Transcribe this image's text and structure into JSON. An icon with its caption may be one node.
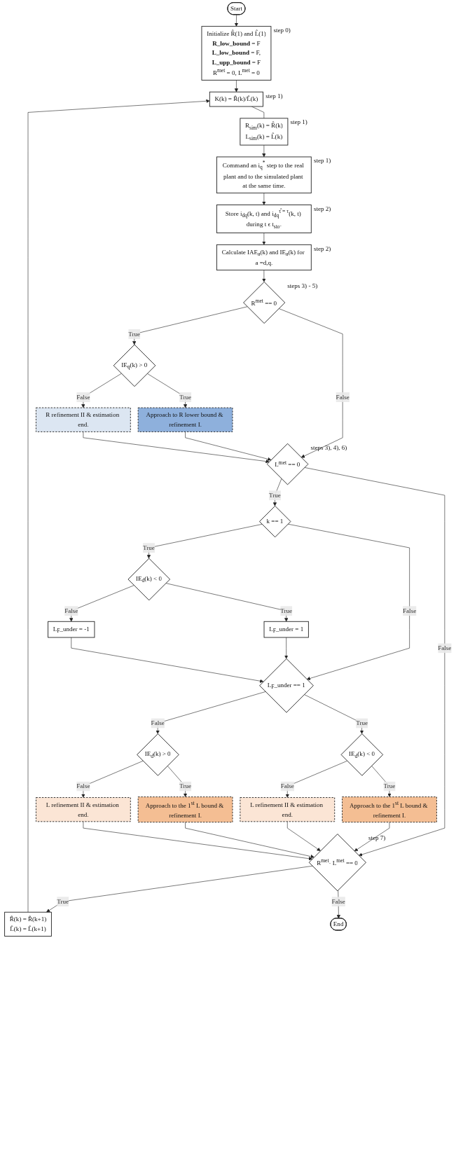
{
  "diagram": {
    "nodes": [
      {
        "text": [
          "Start"
        ]
      },
      {
        "text": [
          "Initialize R̂(1) and L̂(1)",
          "**R_low_bound** = F",
          "**L_low_bound** = F,",
          "**L_upp_bound** = F",
          "R$^{met}$ = 0, L$^{met}$ = 0"
        ],
        "beside": [
          "step 0)"
        ]
      },
      {
        "text": [
          "K(k) = R̂(k)/L̂(k)"
        ],
        "beside": [
          "step 1)"
        ]
      },
      {
        "text": [
          "R$_{sim}$(k) = R̂(k)",
          "L$_{sim}$(k) = L̂(k)"
        ],
        "beside": [
          "step 1)"
        ]
      },
      {
        "text": [
          "Command an i$_{q}$$^{*}$ step to the real plant and to the simulated plant at the same time."
        ],
        "beside": [
          "step 1)"
        ]
      },
      {
        "text": [
          "Store i$_{dq}$(k, t) and i$_{dq}$$^{τ̂ = τ}$(k, t) during t ϵ t$_{sto}$."
        ],
        "beside": [
          "step 2)"
        ]
      },
      {
        "text": [
          "Calculate IAE$_{a}$(k) and IE$_{a}$(k) for a =d,q."
        ],
        "beside": [
          "step 2)"
        ]
      },
      {
        "text": [
          "R$^{met}$ == 0"
        ],
        "beside": [
          "steps 3) - 5)"
        ]
      },
      {
        "text": [
          "IE$_{q}$(k) > 0"
        ]
      },
      {
        "text": [
          "Approach to R lower bound & refinement I."
        ]
      },
      {
        "text": [
          "R refinement II & estimation end."
        ]
      },
      {
        "text": [
          "L$^{met}$ == 0"
        ],
        "beside": [
          "steps 3), 4), 6)"
        ]
      },
      {
        "text": [
          "k == 1"
        ]
      },
      {
        "text": [
          "IE$_{d}$(k) < 0"
        ]
      },
      {
        "text": [
          "L$_{F}$_under = 1"
        ]
      },
      {
        "text": [
          "L$_{F}$_under = -1"
        ]
      },
      {
        "text": [
          "L$_{F}$_under == 1"
        ]
      },
      {
        "text": [
          "IE$_{d}$(k) < 0"
        ]
      },
      {
        "text": [
          "IE$_{d}$(k) > 0"
        ]
      },
      {
        "text": [
          "Approach to the 1$^{st}$ L bound & refinement I."
        ]
      },
      {
        "text": [
          "L refinement II & estimation end."
        ]
      },
      {
        "text": [
          "Approach to the 1$^{st}$ L bound & refinement I."
        ]
      },
      {
        "text": [
          "L refinement II & estimation end."
        ]
      },
      {
        "text": [
          "R$^{met}$· L$^{met}$ == 0"
        ],
        "beside": [
          "step 7)"
        ]
      },
      {
        "text": [
          "R̂(k) = R̂(k+1)",
          "L̂(k) = L̂(k+1)"
        ]
      },
      {
        "text": [
          "End"
        ]
      }
    ],
    "edges": [
      {
        "from": 0,
        "to": 1,
        "arrow": "to"
      },
      {
        "from": 1,
        "to": 2,
        "arrow": "to"
      },
      {
        "from": 2,
        "to": 3,
        "arrow": "none"
      },
      {
        "from": 3,
        "to": 4,
        "arrow": "to"
      },
      {
        "from": 4,
        "to": 5,
        "arrow": "to"
      },
      {
        "from": 5,
        "to": 6,
        "arrow": "to"
      },
      {
        "from": 6,
        "to": 7,
        "arrow": "to"
      },
      {
        "from": 7,
        "to": 8,
        "arrow": "to",
        "label": "True"
      },
      {
        "from": 7,
        "to": 11,
        "arrow": "to",
        "label": "False"
      },
      {
        "from": 8,
        "to": 9,
        "arrow": "to",
        "label": "True"
      },
      {
        "from": 8,
        "to": 10,
        "arrow": "to",
        "label": "False"
      },
      {
        "from": 9,
        "to": 11,
        "arrow": "to"
      },
      {
        "from": 10,
        "to": 11,
        "arrow": "to"
      },
      {
        "from": 11,
        "to": 12,
        "arrow": "to",
        "label": "True"
      },
      {
        "from": 11,
        "to": 23,
        "arrow": "to",
        "label": "False"
      },
      {
        "from": 12,
        "to": 13,
        "arrow": "to",
        "label": "True"
      },
      {
        "from": 12,
        "to": 16,
        "arrow": "to",
        "label": "False"
      },
      {
        "from": 13,
        "to": 14,
        "arrow": "to",
        "label": "True"
      },
      {
        "from": 13,
        "to": 15,
        "arrow": "to",
        "label": "False"
      },
      {
        "from": 14,
        "to": 16,
        "arrow": "to"
      },
      {
        "from": 15,
        "to": 16,
        "arrow": "to"
      },
      {
        "from": 16,
        "to": 17,
        "arrow": "to",
        "label": "True"
      },
      {
        "from": 16,
        "to": 18,
        "arrow": "to",
        "label": "False"
      },
      {
        "from": 17,
        "to": 19,
        "arrow": "to",
        "label": "True"
      },
      {
        "from": 17,
        "to": 20,
        "arrow": "to",
        "label": "False"
      },
      {
        "from": 18,
        "to": 21,
        "arrow": "to",
        "label": "True"
      },
      {
        "from": 18,
        "to": 22,
        "arrow": "to",
        "label": "False"
      },
      {
        "from": 19,
        "to": 23,
        "arrow": "to"
      },
      {
        "from": 20,
        "to": 23,
        "arrow": "to"
      },
      {
        "from": 21,
        "to": 23,
        "arrow": "to"
      },
      {
        "from": 22,
        "to": 23,
        "arrow": "to"
      },
      {
        "from": 23,
        "to": 24,
        "arrow": "to",
        "label": "True"
      },
      {
        "from": 23,
        "to": 25,
        "arrow": "to",
        "label": "False"
      },
      {
        "from": 24,
        "to": 2,
        "arrow": "to"
      }
    ]
  }
}
